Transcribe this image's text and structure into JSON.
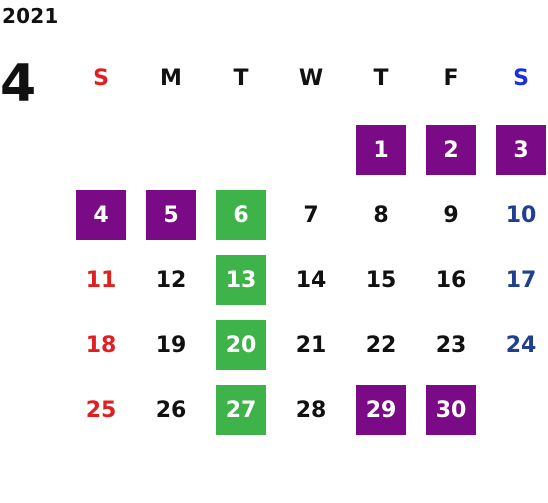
{
  "header": {
    "year": "2021",
    "month": "4"
  },
  "weekdays": [
    {
      "label": "S",
      "color": "#e02020"
    },
    {
      "label": "M",
      "color": "#111111"
    },
    {
      "label": "T",
      "color": "#111111"
    },
    {
      "label": "W",
      "color": "#111111"
    },
    {
      "label": "T",
      "color": "#111111"
    },
    {
      "label": "F",
      "color": "#111111"
    },
    {
      "label": "S",
      "color": "#1a2fe0"
    }
  ],
  "colors": {
    "sunday": "#e02020",
    "saturday": "#1f3f8f",
    "normal": "#111111",
    "purple_badge": "#7a0a86",
    "green_badge": "#3db34a"
  },
  "days": [
    {
      "label": "1",
      "badge": "purple_badge"
    },
    {
      "label": "2",
      "badge": "purple_badge"
    },
    {
      "label": "3",
      "badge": "purple_badge"
    },
    {
      "label": "4",
      "badge": "purple_badge"
    },
    {
      "label": "5",
      "badge": "purple_badge"
    },
    {
      "label": "6",
      "badge": "green_badge"
    },
    {
      "label": "7",
      "badge": null
    },
    {
      "label": "8",
      "badge": null
    },
    {
      "label": "9",
      "badge": null
    },
    {
      "label": "10",
      "badge": null
    },
    {
      "label": "11",
      "badge": null
    },
    {
      "label": "12",
      "badge": null
    },
    {
      "label": "13",
      "badge": "green_badge"
    },
    {
      "label": "14",
      "badge": null
    },
    {
      "label": "15",
      "badge": null
    },
    {
      "label": "16",
      "badge": null
    },
    {
      "label": "17",
      "badge": null
    },
    {
      "label": "18",
      "badge": null
    },
    {
      "label": "19",
      "badge": null
    },
    {
      "label": "20",
      "badge": "green_badge"
    },
    {
      "label": "21",
      "badge": null
    },
    {
      "label": "22",
      "badge": null
    },
    {
      "label": "23",
      "badge": null
    },
    {
      "label": "24",
      "badge": null
    },
    {
      "label": "25",
      "badge": null
    },
    {
      "label": "26",
      "badge": null
    },
    {
      "label": "27",
      "badge": "green_badge"
    },
    {
      "label": "28",
      "badge": null
    },
    {
      "label": "29",
      "badge": "purple_badge"
    },
    {
      "label": "30",
      "badge": "purple_badge"
    }
  ]
}
